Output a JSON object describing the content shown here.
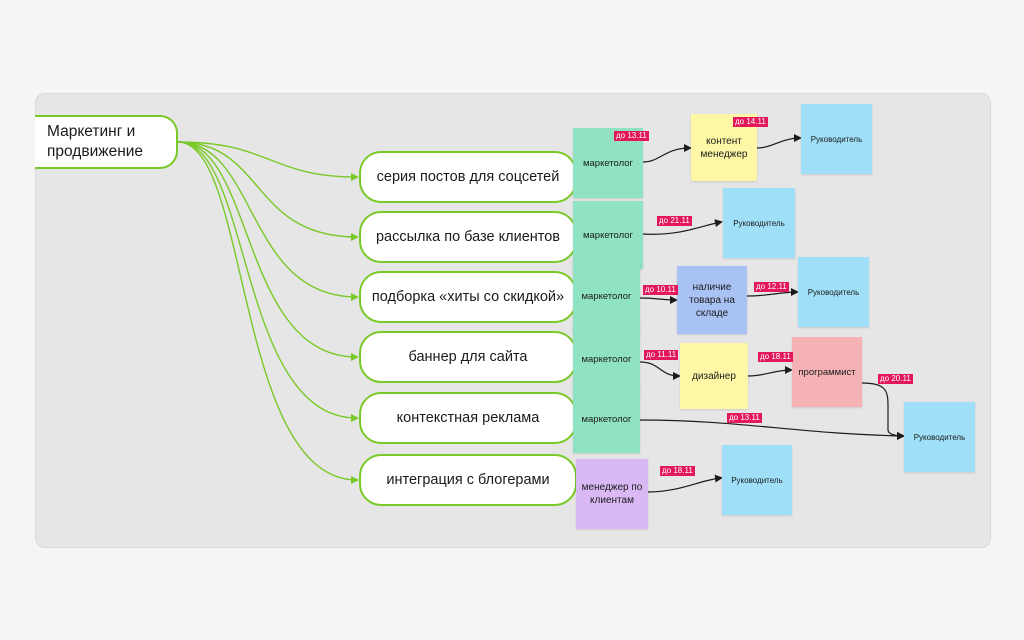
{
  "root": {
    "label_line1": "Маркетинг и",
    "label_line2": "продвижение"
  },
  "branches": [
    {
      "label": "серия постов для соцсетей"
    },
    {
      "label": "рассылка по базе клиентов"
    },
    {
      "label": "подборка «хиты со скидкой»"
    },
    {
      "label": "баннер для сайта"
    },
    {
      "label": "контекстная реклама"
    },
    {
      "label": "интеграция с блогерами"
    }
  ],
  "stickies": {
    "marketer_1": "маркетолог",
    "marketer_2": "маркетолог",
    "marketer_3": "маркетолог",
    "marketer_4": "маркетолог",
    "marketer_5": "маркетолог",
    "client_manager": "менеджер по клиентам",
    "content_manager": "контент менеджер",
    "stock_check": "наличие товара на складе",
    "designer": "дизайнер",
    "programmer": "программист",
    "head_1": "Руководитель",
    "head_2": "Руководитель",
    "head_3": "Руководитель",
    "head_4": "Руководитель",
    "head_5": "Руководитель"
  },
  "deadlines": {
    "d1": "до 13.11",
    "d2": "до 14.11",
    "d3": "до 21.11",
    "d4": "до 10.11",
    "d5": "до 12.11",
    "d6": "до 11.11",
    "d7": "до 18.11",
    "d8": "до 20.11",
    "d9": "до 13.11",
    "d10": "до 18.11"
  },
  "colors": {
    "connector_green": "#79c928",
    "sticky_green": "#8fe3c3",
    "sticky_yellow": "#fdf7a6",
    "sticky_blue": "#9fe0f8",
    "sticky_light_blue": "#a9c2f4",
    "sticky_pink": "#f5b2b4",
    "sticky_purple": "#d9b8f3",
    "deadline_tag": "#e3185a"
  }
}
